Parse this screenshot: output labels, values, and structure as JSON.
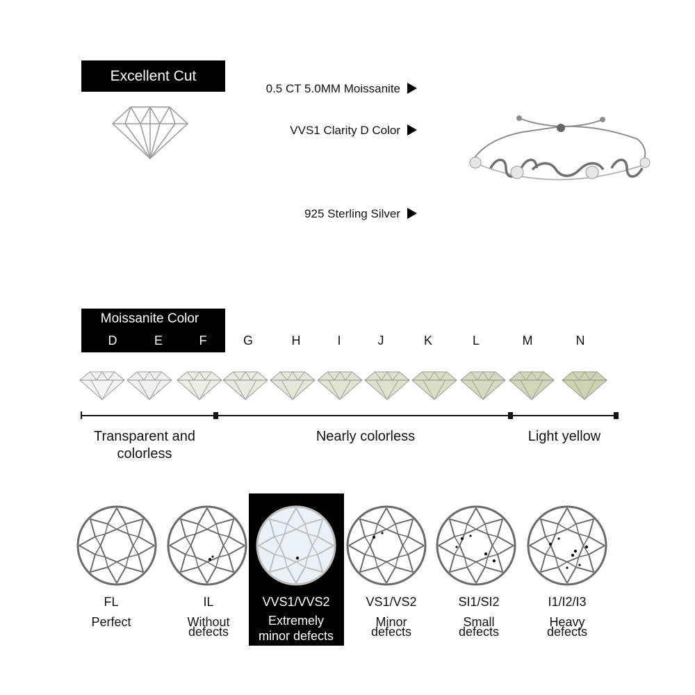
{
  "header": {
    "cut_label": "Excellent Cut",
    "specs": [
      "0.5 CT 5.0MM Moissanite",
      "VVS1 Clarity D Color",
      "925 Sterling Silver"
    ]
  },
  "color_scale": {
    "title": "Moissanite Color",
    "grades": [
      "D",
      "E",
      "F",
      "G",
      "H",
      "I",
      "J",
      "K",
      "L",
      "M",
      "N"
    ],
    "ranges": [
      {
        "label_line1": "Transparent and",
        "label_line2": "colorless"
      },
      {
        "label_line1": "Nearly colorless",
        "label_line2": ""
      },
      {
        "label_line1": "Light yellow",
        "label_line2": ""
      }
    ]
  },
  "clarity_scale": {
    "grades": [
      {
        "code": "FL",
        "desc_line1": "Perfect",
        "desc_line2": ""
      },
      {
        "code": "IL",
        "desc_line1": "Without",
        "desc_line2": "defects"
      },
      {
        "code": "VVS1/VVS2",
        "desc_line1": "Extremely",
        "desc_line2": "minor defects"
      },
      {
        "code": "VS1/VS2",
        "desc_line1": "Minor",
        "desc_line2": "defects"
      },
      {
        "code": "SI1/SI2",
        "desc_line1": "Small",
        "desc_line2": "defects"
      },
      {
        "code": "I1/I2/I3",
        "desc_line1": "Heavy",
        "desc_line2": "defects"
      }
    ]
  },
  "icons": {
    "cut": "diamond-outline-icon",
    "gem": "round-brilliant-icon",
    "clarity": "diamond-top-view-icon",
    "pointer": "triangle-right-icon"
  },
  "colors": {
    "highlight": "#000000",
    "text": "#111111",
    "gem_tint_start": "#f4f4f4",
    "gem_tint_end": "#cfd4b0"
  }
}
